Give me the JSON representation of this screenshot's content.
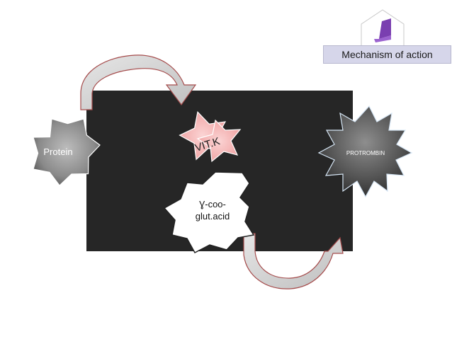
{
  "header": {
    "title": "Mechanism of action",
    "icon": "book-icon"
  },
  "nodes": {
    "protein": "Protein",
    "vitk": "VIT.K",
    "glut_line1": "Ɣ-coo-",
    "glut_line2": "glut.acid",
    "protrombin": "PROTROMBIN"
  },
  "colors": {
    "accent_purple": "#7a3fb0",
    "arrow_stroke": "#a54b4b",
    "vitk_fill": "#f7b3b3",
    "backdrop": "#262626",
    "title_bg": "#d6d6ea"
  }
}
